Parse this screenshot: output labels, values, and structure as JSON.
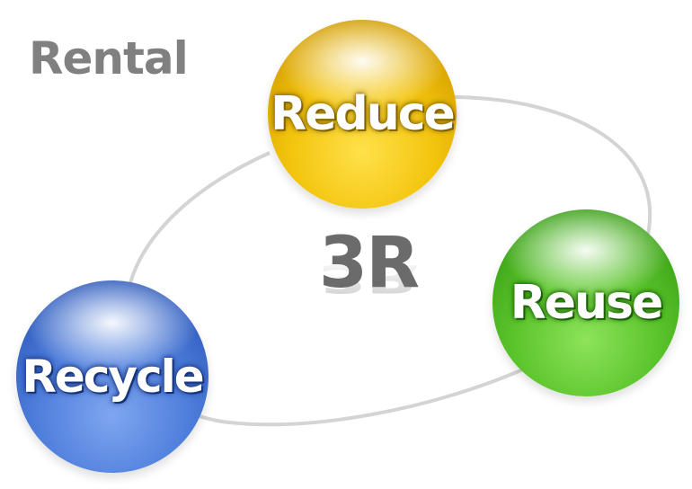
{
  "corner_label": "Rental",
  "center_label": "3R",
  "nodes": {
    "reduce": {
      "label": "Reduce",
      "color": "#f3c40d"
    },
    "reuse": {
      "label": "Reuse",
      "color": "#5ac42b"
    },
    "recycle": {
      "label": "Recycle",
      "color": "#4f7fdc"
    }
  },
  "ring_color": "#d4d4d4"
}
